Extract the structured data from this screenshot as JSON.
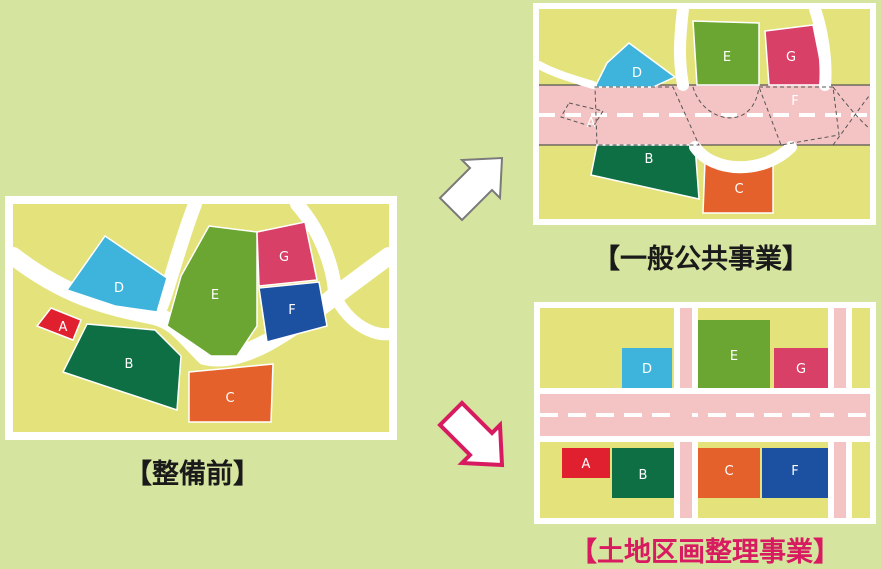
{
  "colors": {
    "background": "#d5e49f",
    "ground": "#e4e37b",
    "parcel_A": "#e0202f",
    "parcel_B": "#0e6f45",
    "parcel_C": "#e5612c",
    "parcel_D": "#3eb3dc",
    "parcel_E": "#6aa631",
    "parcel_F": "#1c50a0",
    "parcel_G": "#d84068",
    "road_pink": "#f4c4c4",
    "caption_red": "#d81b60"
  },
  "diagrams": {
    "before": {
      "caption": "【整備前】"
    },
    "public": {
      "caption": "【一般公共事業】"
    },
    "land": {
      "caption": "【土地区画整理事業】"
    }
  },
  "parcels": {
    "a": "A",
    "b": "B",
    "c": "C",
    "d": "D",
    "e": "E",
    "f": "F",
    "g": "G"
  },
  "icons": {
    "up_arrow": "white-arrow-up-right-icon",
    "down_arrow": "pink-arrow-down-right-icon"
  }
}
